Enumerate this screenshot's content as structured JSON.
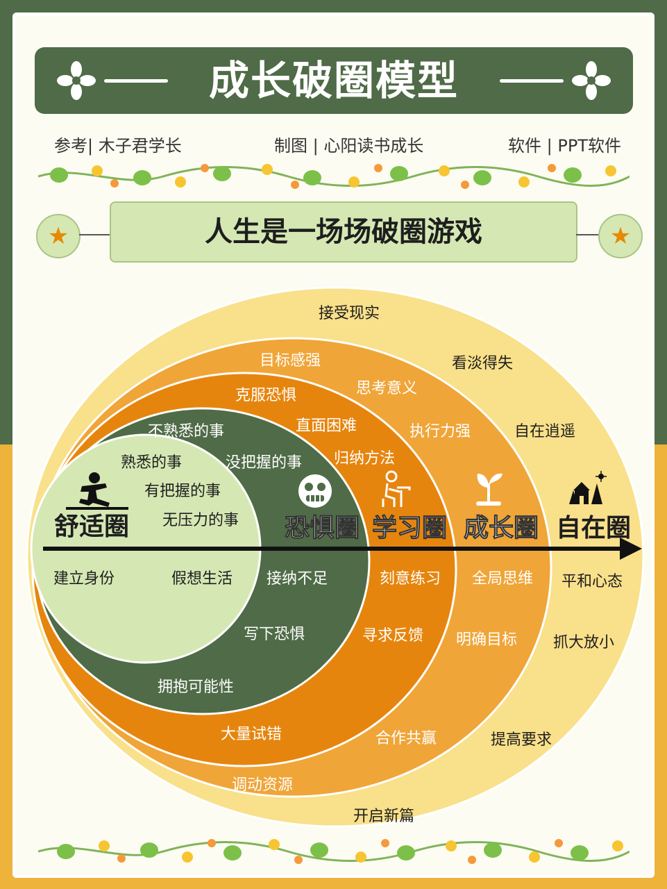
{
  "header": {
    "title": "成长破圈模型",
    "credits": {
      "reference": "参考| 木子君学长",
      "designer": "制图 | 心阳读书成长",
      "software": "软件 | PPT软件"
    },
    "subtitle": "人生是一场场破圈游戏"
  },
  "colors": {
    "dark_green": "#4f6b47",
    "light_green": "#d5e8b4",
    "orange_dark": "#e6850e",
    "orange_mid": "#f0a538",
    "yellow_light": "#f9e08a"
  },
  "circles": {
    "comfort": {
      "name": "舒适圈",
      "icon": "relaxing-person-icon",
      "items": [
        "熟悉的事",
        "有把握的事",
        "无压力的事",
        "建立身份",
        "假想生活"
      ]
    },
    "fear": {
      "name": "恐惧圈",
      "icon": "scared-face-icon",
      "items": [
        "不熟悉的事",
        "没把握的事",
        "接纳不足",
        "写下恐惧",
        "拥抱可能性"
      ]
    },
    "learning": {
      "name": "学习圈",
      "icon": "studying-person-icon",
      "items": [
        "克服恐惧",
        "直面困难",
        "归纳方法",
        "刻意练习",
        "寻求反馈",
        "大量试错"
      ]
    },
    "growth": {
      "name": "成长圈",
      "icon": "sprout-icon",
      "items": [
        "目标感强",
        "思考意义",
        "执行力强",
        "全局思维",
        "明确目标",
        "合作共赢",
        "调动资源"
      ]
    },
    "freedom": {
      "name": "自在圈",
      "icon": "cabin-trees-icon",
      "items": [
        "接受现实",
        "看淡得失",
        "自在逍遥",
        "平和心态",
        "抓大放小",
        "提高要求",
        "开启新篇"
      ]
    }
  }
}
